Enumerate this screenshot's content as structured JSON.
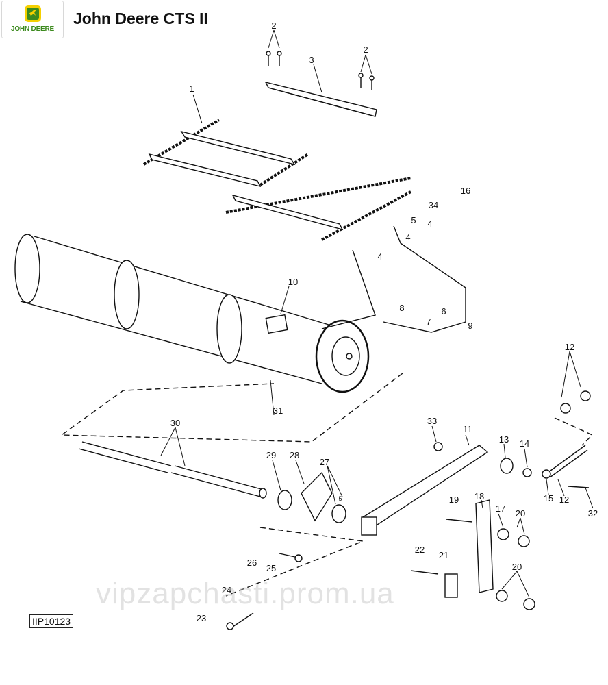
{
  "header": {
    "logo_text": "JOHN DEERE",
    "title": "John Deere CTS II"
  },
  "diagram_code": "IIP10123",
  "watermark": "vipzapchasti.prom.ua",
  "callouts": [
    "2",
    "3",
    "2",
    "1",
    "34",
    "16",
    "5",
    "4",
    "4",
    "4",
    "10",
    "8",
    "6",
    "7",
    "9",
    "12",
    "31",
    "30",
    "33",
    "11",
    "13",
    "14",
    "29",
    "28",
    "27",
    "5",
    "15",
    "12",
    "32",
    "19",
    "18",
    "17",
    "20",
    "22",
    "21",
    "20",
    "26",
    "25",
    "24",
    "23"
  ],
  "colors": {
    "brand_green": "#3c8a1e",
    "brand_yellow": "#f5d000"
  }
}
